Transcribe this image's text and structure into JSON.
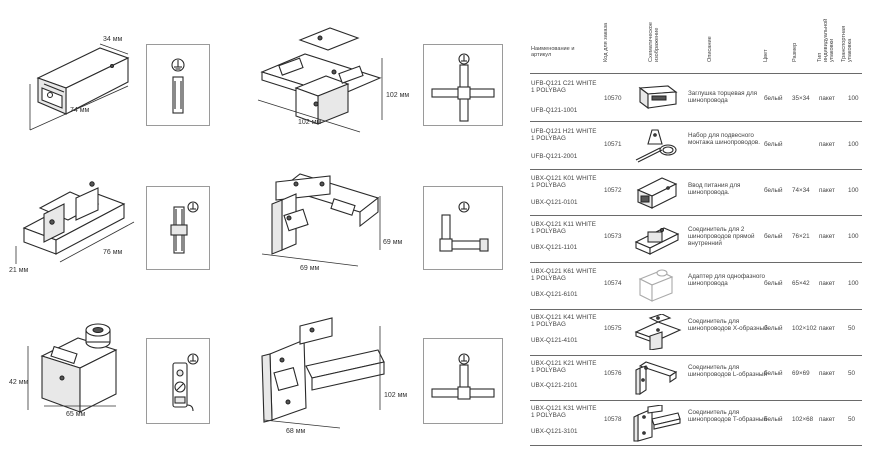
{
  "dims": {
    "d1": [
      "34 мм",
      "74 мм"
    ],
    "d2": [
      "102 мм",
      "102 мм"
    ],
    "d3": [
      "21 мм",
      "76 мм"
    ],
    "d4": [
      "69 мм",
      "69 мм"
    ],
    "d5": [
      "42 мм",
      "65 мм"
    ],
    "d6": [
      "68 мм",
      "102 мм"
    ]
  },
  "table": {
    "headers": {
      "name": "Наименование и артикул",
      "code": "Код для заказа",
      "schematic": "Схематическое изображение",
      "description": "Описание",
      "color": "Цвет",
      "size": "Размер",
      "pack_type": "Тип индивидуальной упаковки",
      "transport": "Транспортная упаковка"
    },
    "rows": [
      {
        "name": "UFB-Q121 C21 WHITE 1 POLYBAG",
        "article": "UFB-Q121-1001",
        "code": "10570",
        "description": "Заглушка торцевая для шинопровода",
        "color": "белый",
        "size": "35×34",
        "pack": "пакет",
        "qty": "100"
      },
      {
        "name": "UFB-Q121 H21 WHITE 1 POLYBAG",
        "article": "UFB-Q121-2001",
        "code": "10571",
        "description": "Набор для подвесного монтажа шинопроводов.",
        "color": "белый",
        "size": "",
        "pack": "пакет",
        "qty": "100"
      },
      {
        "name": "UBX-Q121 K01 WHITE 1 POLYBAG",
        "article": "UBX-Q121-0101",
        "code": "10572",
        "description": "Ввод питания для шинопровода.",
        "color": "белый",
        "size": "74×34",
        "pack": "пакет",
        "qty": "100"
      },
      {
        "name": "UBX-Q121 K11 WHITE 1 POLYBAG",
        "article": "UBX-Q121-1101",
        "code": "10573",
        "description": "Соединитель для 2 шинопроводов прямой внутренний",
        "color": "белый",
        "size": "76×21",
        "pack": "пакет",
        "qty": "100"
      },
      {
        "name": "UBX-Q121 K61 WHITE 1 POLYBAG",
        "article": "UBX-Q121-6101",
        "code": "10574",
        "description": "Адаптер для однофазного шинопровода",
        "color": "белый",
        "size": "65×42",
        "pack": "пакет",
        "qty": "100"
      },
      {
        "name": "UBX-Q121 K41 WHITE 1 POLYBAG",
        "article": "UBX-Q121-4101",
        "code": "10575",
        "description": "Соединитель для шинопроводов X-образный",
        "color": "белый",
        "size": "102×102",
        "pack": "пакет",
        "qty": "50"
      },
      {
        "name": "UBX-Q121 K21 WHITE 1 POLYBAG",
        "article": "UBX-Q121-2101",
        "code": "10576",
        "description": "Соединитель для шинопроводов L-образный",
        "color": "белый",
        "size": "69×69",
        "pack": "пакет",
        "qty": "50"
      },
      {
        "name": "UBX-Q121 K31 WHITE 1 POLYBAG",
        "article": "UBX-Q121-3101",
        "code": "10578",
        "description": "Соединитель для шинопроводов T-образный",
        "color": "белый",
        "size": "102×68",
        "pack": "пакет",
        "qty": "50"
      }
    ]
  }
}
